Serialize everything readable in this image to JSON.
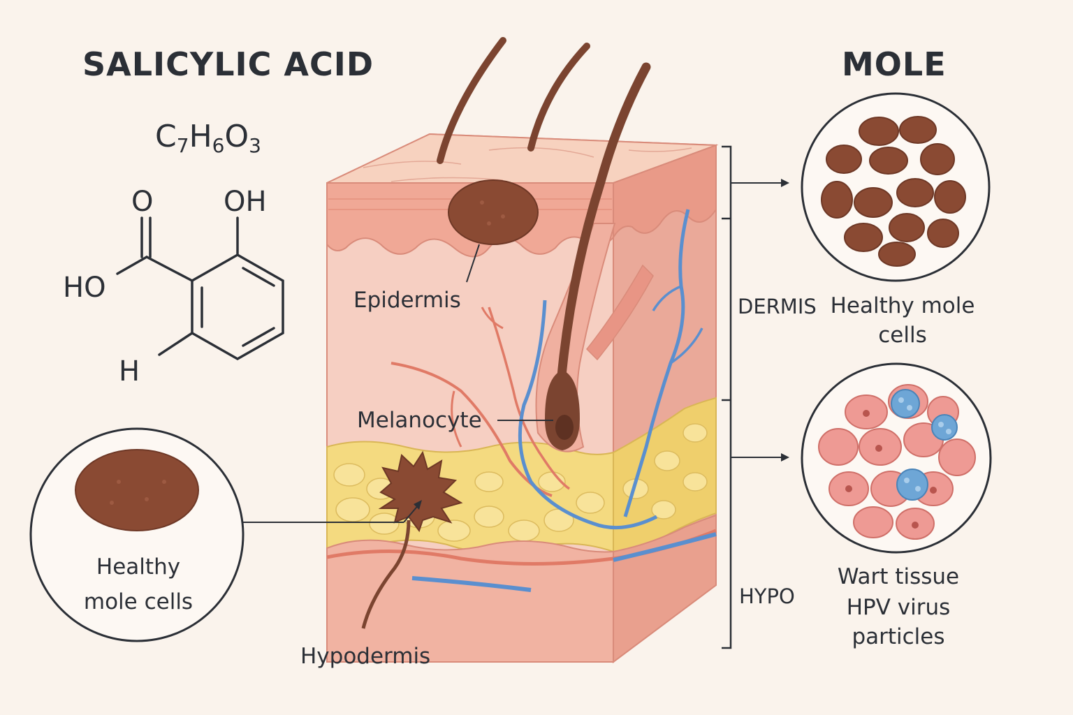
{
  "titles": {
    "left": "SALICYLIC ACID",
    "right": "MOLE"
  },
  "formula": {
    "c": "C",
    "c_sub": "7",
    "h": "H",
    "h_sub": "6",
    "o": "O",
    "o_sub": "3"
  },
  "molecule_atoms": {
    "o": "O",
    "oh": "OH",
    "ho": "HO",
    "h": "H"
  },
  "skin_labels": {
    "epidermis": "Epidermis",
    "melanocyte": "Melanocyte",
    "hypodermis": "Hypodermis"
  },
  "layer_labels": {
    "dermis": "DERMIS",
    "hypo": "HYPO"
  },
  "captions": {
    "top_right": [
      "Healthy mole",
      "cells"
    ],
    "bottom_right": [
      "Wart tissue",
      "HPV virus",
      "particles"
    ],
    "left_circle": [
      "Healthy",
      "mole cells"
    ]
  },
  "colors": {
    "ink": "#2b2f36",
    "epidermis": "#f2b5a2",
    "dermis": "#f4c4b4",
    "fat": "#f2d77a",
    "mole": "#8a4a33",
    "vein": "#5a8fcf",
    "artery": "#e0705f",
    "hpv": "#6ea6d6"
  }
}
